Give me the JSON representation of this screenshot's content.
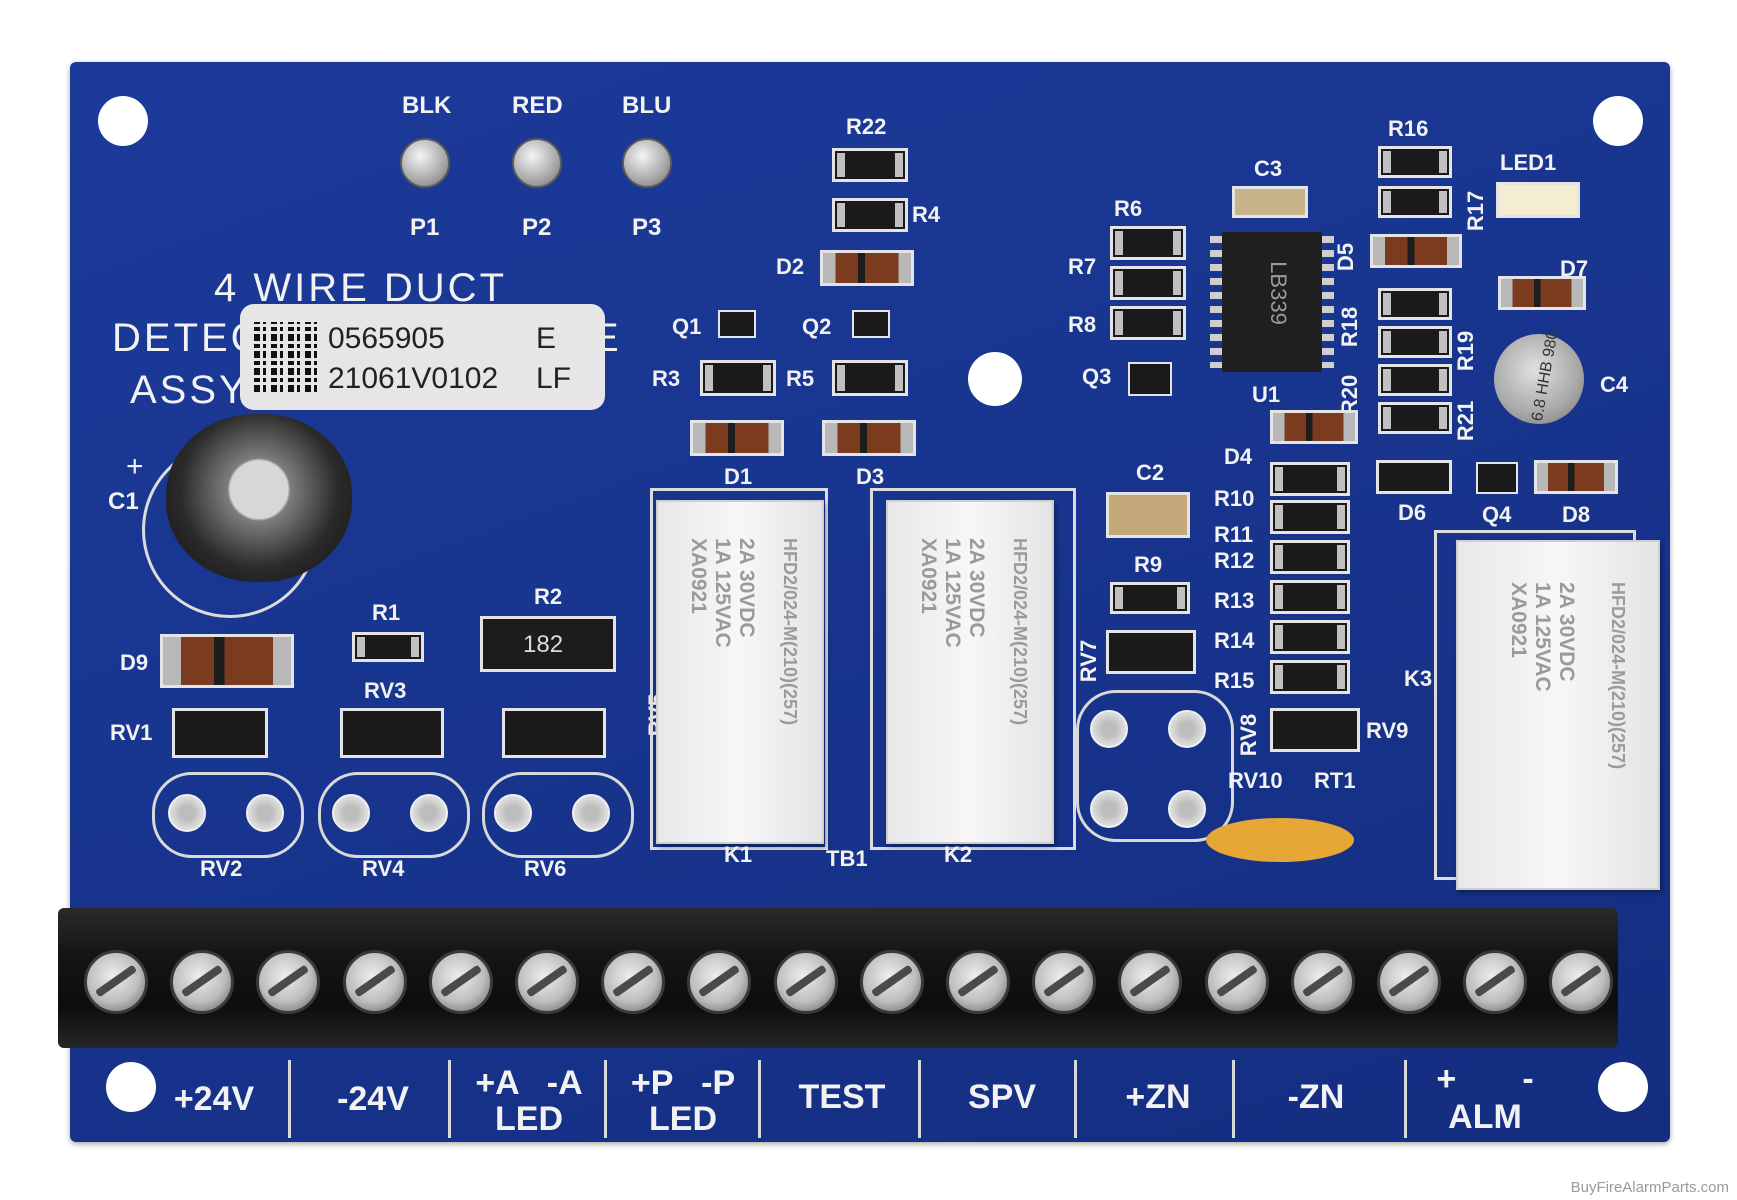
{
  "board": {
    "title_line1": "4 WIRE DUCT",
    "title_line2": "DETEC",
    "title_line2_end": "E",
    "title_line3": "ASSY",
    "wires": [
      {
        "label": "BLK",
        "pad": "P1"
      },
      {
        "label": "RED",
        "pad": "P2"
      },
      {
        "label": "BLU",
        "pad": "P3"
      }
    ],
    "sticker": {
      "line1_code": "0565905",
      "line1_rev": "E",
      "line2_code": "21061V0102",
      "line2_suffix": "LF"
    },
    "refs": {
      "R22": "R22",
      "R4": "R4",
      "D2": "D2",
      "Q1": "Q1",
      "Q2": "Q2",
      "R3": "R3",
      "R5": "R5",
      "D1": "D1",
      "D3": "D3",
      "R6": "R6",
      "R7": "R7",
      "R8": "R8",
      "Q3": "Q3",
      "C3": "C3",
      "U1": "U1",
      "R16": "R16",
      "R17": "R17",
      "LED1": "LED1",
      "D5": "D5",
      "D7": "D7",
      "R18": "R18",
      "R19": "R19",
      "R20": "R20",
      "R21": "R21",
      "C4": "C4",
      "D4": "D4",
      "D6": "D6",
      "Q4": "Q4",
      "D8": "D8",
      "C2": "C2",
      "R9": "R9",
      "R10": "R10",
      "R11": "R11",
      "R12": "R12",
      "R13": "R13",
      "R14": "R14",
      "R15": "R15",
      "RV7": "RV7",
      "RV8": "RV8",
      "RV9": "RV9",
      "RV10": "RV10",
      "RT1": "RT1",
      "K1": "K1",
      "K2": "K2",
      "K3": "K3",
      "TB1": "TB1",
      "C1": "C1",
      "C1_plus": "+",
      "D9": "D9",
      "R1": "R1",
      "R2": "R2",
      "R2_value": "182",
      "RV1": "RV1",
      "RV3": "RV3",
      "RV5": "RV5",
      "RV2": "RV2",
      "RV4": "RV4",
      "RV6": "RV6"
    },
    "chip_marking": "LB339",
    "cap_c4_marking": "6.8 HHB 980",
    "relay_text": "2A 30VDC\n1A 125VAC\nXA0921",
    "relay_model": "HFD2/024-M(210)(257)",
    "terminals": [
      {
        "top": "+24V",
        "bottom": ""
      },
      {
        "top": "-24V",
        "bottom": ""
      },
      {
        "top": "+A   -A",
        "bottom": "LED"
      },
      {
        "top": "+P   -P",
        "bottom": "LED"
      },
      {
        "top": "TEST",
        "bottom": ""
      },
      {
        "top": "SPV",
        "bottom": ""
      },
      {
        "top": "+ZN",
        "bottom": ""
      },
      {
        "top": "-ZN",
        "bottom": ""
      },
      {
        "top": "+       -",
        "bottom": "ALM"
      }
    ],
    "terminal_screw_count": 18
  },
  "watermark": "BuyFireAlarmParts.com"
}
